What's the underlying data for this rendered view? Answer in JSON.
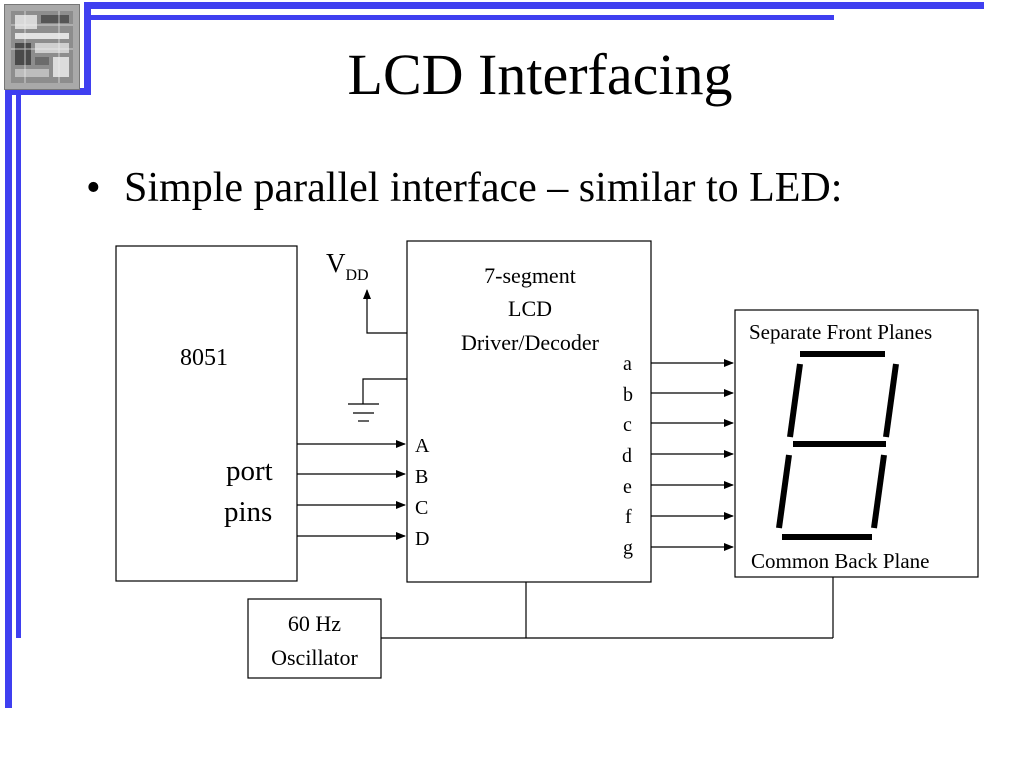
{
  "slide": {
    "title": "LCD Interfacing",
    "bullet": "Simple parallel interface – similar to LED:"
  },
  "diagram": {
    "microcontroller": {
      "label": "8051",
      "port_label_line1": "port",
      "port_label_line2": "pins"
    },
    "supply": {
      "label_main": "V",
      "label_sub": "DD"
    },
    "driver": {
      "title_line1": "7-segment",
      "title_line2": "LCD",
      "title_line3": "Driver/Decoder",
      "inputs": [
        "A",
        "B",
        "C",
        "D"
      ],
      "outputs": [
        "a",
        "b",
        "c",
        "d",
        "e",
        "f",
        "g"
      ]
    },
    "display": {
      "front_label": "Separate Front Planes",
      "back_label": "Common Back Plane"
    },
    "oscillator": {
      "line1": "60 Hz",
      "line2": "Oscillator"
    }
  },
  "colors": {
    "accent": "#3f3ff0",
    "line": "#000000"
  },
  "icons": [
    "chip-logo-icon",
    "ground-icon",
    "supply-arrow-icon",
    "seven-segment-icon"
  ]
}
